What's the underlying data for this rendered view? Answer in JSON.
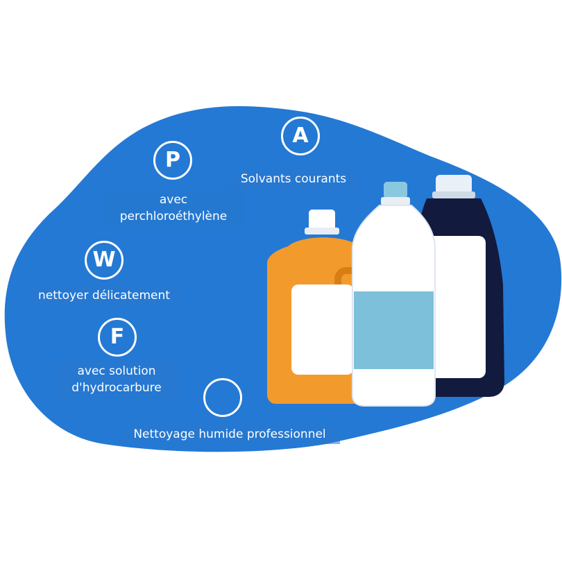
{
  "colors": {
    "blob": "#2479d4",
    "symbol": "#ffffff",
    "bottle_orange": "#f39a2d",
    "bottle_navy": "#121a3e",
    "bottle_label_blue": "#7dc0da"
  },
  "symbols": [
    {
      "id": "P",
      "letter": "P",
      "label": "avec\nperchloroéthylène",
      "icon": "circle-p-icon"
    },
    {
      "id": "A",
      "letter": "A",
      "label": "Solvants courants",
      "icon": "circle-a-icon"
    },
    {
      "id": "W",
      "letter": "W",
      "label": "nettoyer délicatement",
      "icon": "circle-w-icon"
    },
    {
      "id": "F",
      "letter": "F",
      "label": "avec solution\nd'hydrocarbure",
      "icon": "circle-f-icon"
    },
    {
      "id": "empty",
      "letter": "",
      "label": "Nettoyage humide professionnel",
      "icon": "empty-circle-icon"
    }
  ],
  "illustration": "detergent-bottles-illustration"
}
